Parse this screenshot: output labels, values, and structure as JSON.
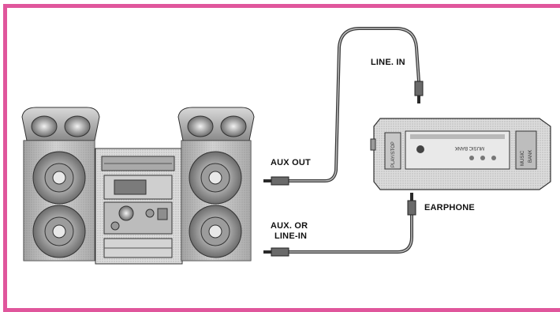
{
  "labels": {
    "line_in": "LINE. IN",
    "aux_out": "AUX OUT",
    "aux_or": "AUX. OR",
    "line_in_2": "LINE-IN",
    "earphone": "EARPHONE"
  },
  "device": {
    "screen_text": "MUSIC BANK",
    "side_button": "PLAY/STOP",
    "side_label": "MUSIC",
    "side_label_2": "BANK"
  },
  "colors": {
    "frame": "#e0569c",
    "label_text": "#111111"
  }
}
